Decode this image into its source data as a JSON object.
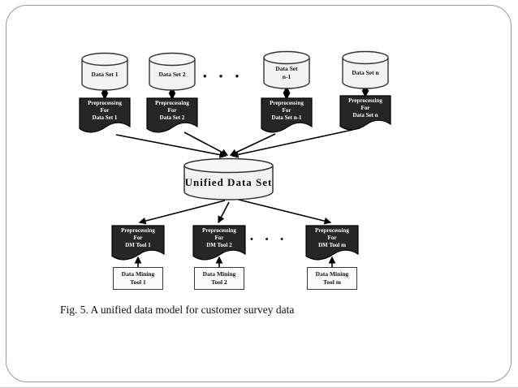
{
  "figure": {
    "caption": "Fig. 5. A unified data model for customer survey data"
  },
  "diagram": {
    "datasets": [
      {
        "label": "Data Set 1"
      },
      {
        "label": "Data Set 2"
      },
      {
        "label": "Data Set\nn-1"
      },
      {
        "label": "Data Set n"
      }
    ],
    "ellipsis_top": "• • •",
    "preprocessing_top": [
      {
        "label": "Preprocessing\nFor\nData Set 1"
      },
      {
        "label": "Preprocessing\nFor\nData Set 2"
      },
      {
        "label": "Preprocessing\nFor\nData Set n-1"
      },
      {
        "label": "Preprocessing\nFor\nData Set n"
      }
    ],
    "unified": {
      "label": "Unified Data Set"
    },
    "preprocessing_dm": [
      {
        "label": "Preprocessing\nFor\nDM Tool 1"
      },
      {
        "label": "Preprocessing\nFor\nDM Tool 2"
      },
      {
        "label": "Preprocessing\nFor\nDM Tool m"
      }
    ],
    "ellipsis_bottom": "• • •",
    "dm_tools": [
      {
        "label": "Data Mining\nTool 1"
      },
      {
        "label": "Data Mining\nTool 2"
      },
      {
        "label": "Data Mining\nTool m"
      }
    ],
    "colors": {
      "preprocessing_fill": "#262626",
      "preprocessing_text": "#ffffff",
      "cylinder_fill": "#f2f2f2",
      "tool_fill": "#fbfbfb",
      "line": "#000000",
      "frame_border": "#9a9a9a"
    }
  }
}
